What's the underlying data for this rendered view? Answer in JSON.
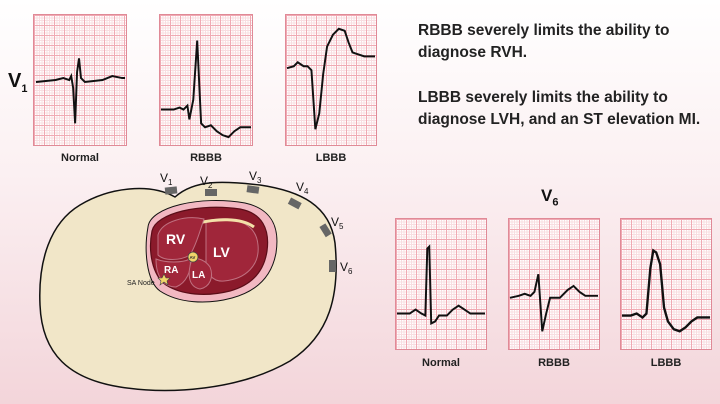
{
  "leads": {
    "v1_letter": "V",
    "v1_sub": "1",
    "v6_letter": "V",
    "v6_sub": "6"
  },
  "top_captions": [
    "Normal",
    "RBBB",
    "LBBB"
  ],
  "bottom_captions": [
    "Normal",
    "RBBB",
    "LBBB"
  ],
  "notes": {
    "rbbb_line1": "RBBB severely limits the ability to",
    "rbbb_line2": "diagnose RVH.",
    "lbbb_line1": "LBBB severely limits the ability to",
    "lbbb_line2": "diagnose LVH, and an ST elevation MI."
  },
  "heart": {
    "rv": "RV",
    "lv": "LV",
    "ra": "RA",
    "la": "LA",
    "av": "AV",
    "sa_node": "SA Node"
  },
  "electrodes": [
    {
      "letter": "V",
      "sub": "1"
    },
    {
      "letter": "V",
      "sub": "2"
    },
    {
      "letter": "V",
      "sub": "3"
    },
    {
      "letter": "V",
      "sub": "4"
    },
    {
      "letter": "V",
      "sub": "5"
    },
    {
      "letter": "V",
      "sub": "6"
    }
  ],
  "colors": {
    "grid_major": "#f0aab4",
    "grid_minor": "#f8dde1",
    "torso": "#f1e6c8",
    "heart_wall": "#8b1a2b",
    "chamber": "#a0263a",
    "pericardium": "#f2b8c2",
    "electrode": "#666666"
  }
}
